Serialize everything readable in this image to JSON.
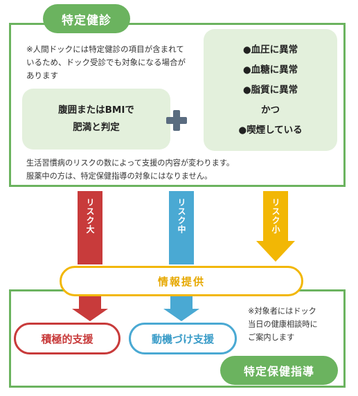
{
  "top": {
    "title": "特定健診",
    "note_lines": [
      "※人間ドックには特定健診の項目が含まれて",
      "いるため、ドック受診でも対象になる場合が",
      "あります"
    ],
    "left_box": [
      "腹囲またはBMIで",
      "肥満と判定"
    ],
    "right_box": [
      "●血圧に異常",
      "●血糖に異常",
      "●脂質に異常",
      "かつ",
      "●喫煙している"
    ],
    "mid_note": [
      "生活習慣病のリスクの数によって支援の内容が変わります。",
      "服薬中の方は、特定保健指導の対象にはなりません。"
    ]
  },
  "arrows": [
    {
      "label": "リスク大",
      "color": "#c83b3b"
    },
    {
      "label": "リスク中",
      "color": "#4aa9d3"
    },
    {
      "label": "リスク小",
      "color": "#f2b705"
    }
  ],
  "info": "情報提供",
  "bottom": {
    "strong_support": "積極的支援",
    "motivational_support": "動機づけ支援",
    "note_lines": [
      "※対象者にはドック",
      "当日の健康相談時に",
      "ご案内します"
    ],
    "title": "特定保健指導"
  },
  "colors": {
    "green": "#6bb35f",
    "light_green": "#e3f0dc",
    "red": "#c83b3b",
    "blue": "#4aa9d3",
    "yellow": "#f2b705",
    "plus": "#5a6c80"
  }
}
